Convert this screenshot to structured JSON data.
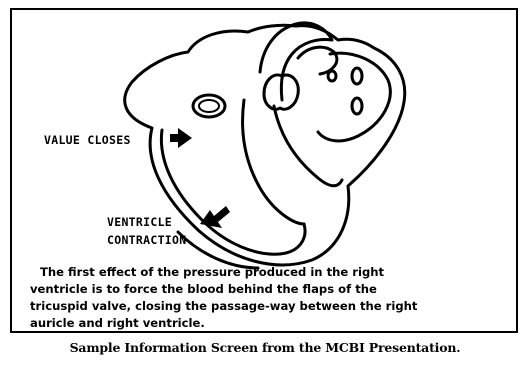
{
  "screen": {
    "labels": {
      "valve_closes": "VALUE CLOSES",
      "ventricle_line1": "VENTRICLE",
      "ventricle_line2": "CONTRACTION"
    },
    "caption_lines": [
      "The first effect of the pressure produced in the right",
      "ventricle is to force the blood behind the flaps of the",
      "tricuspid valve, closing the passage-way between the right",
      "auricle and right ventricle."
    ]
  },
  "footer": {
    "text": "Sample Information Screen from the MCBI Presentation."
  },
  "colors": {
    "ink": "#000000",
    "paper": "#ffffff"
  },
  "icons": [
    "heart-diagram",
    "arrow-right-icon",
    "arrow-diagonal-icon"
  ]
}
